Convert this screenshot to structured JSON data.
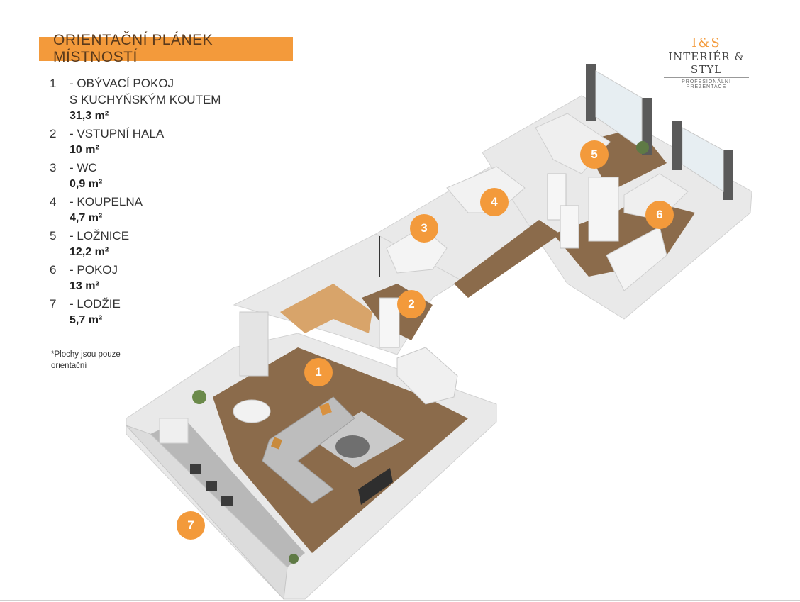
{
  "header": {
    "title": "ORIENTAČNÍ PLÁNEK MÍSTNOSTÍ"
  },
  "logo": {
    "mark": "I&S",
    "name": "INTERIÉR & STYL",
    "tagline": "PROFESIONÁLNÍ PREZENTACE"
  },
  "rooms": [
    {
      "num": "1",
      "name": "- OBÝVACÍ POKOJ\nS KUCHYŇSKÝM KOUTEM",
      "area": "31,3 m²"
    },
    {
      "num": "2",
      "name": "- VSTUPNÍ HALA",
      "area": "10 m²"
    },
    {
      "num": "3",
      "name": "- WC",
      "area": "0,9 m²"
    },
    {
      "num": "4",
      "name": "- KOUPELNA",
      "area": "4,7 m²"
    },
    {
      "num": "5",
      "name": "- LOŽNICE",
      "area": "12,2 m²"
    },
    {
      "num": "6",
      "name": "- POKOJ",
      "area": "13 m²"
    },
    {
      "num": "7",
      "name": "- LODŽIE",
      "area": "5,7 m²"
    }
  ],
  "note": "*Plochy jsou pouze orientační",
  "markers": [
    "1",
    "2",
    "3",
    "4",
    "5",
    "6",
    "7"
  ],
  "colors": {
    "accent": "#f39a3b",
    "floor": "#8a6a4a",
    "wall": "#ececec"
  }
}
